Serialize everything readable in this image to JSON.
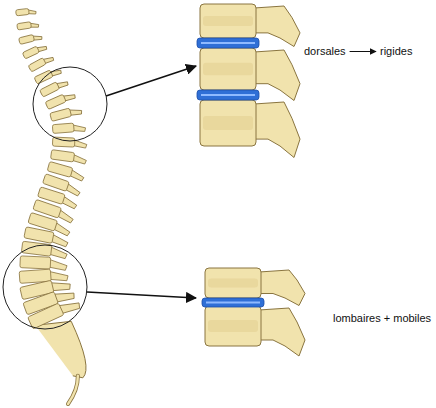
{
  "diagram": {
    "labels": [
      "dorsales",
      "rigides",
      "lombaires + mobiles"
    ]
  }
}
